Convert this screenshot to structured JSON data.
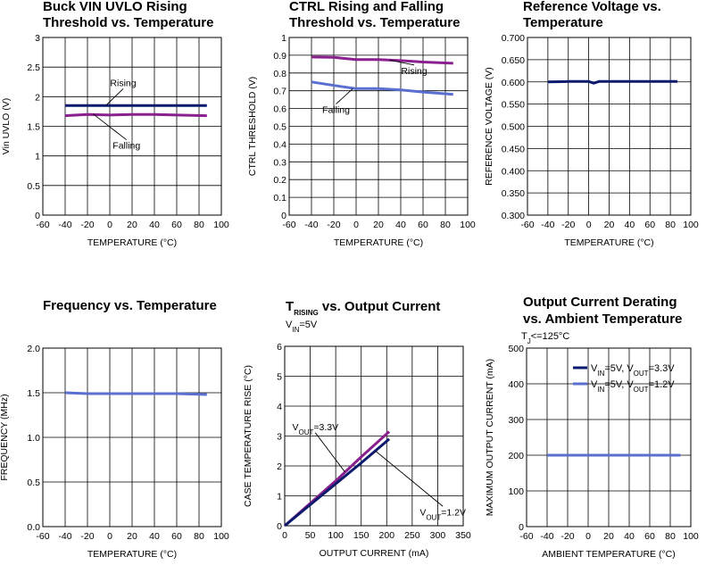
{
  "chart_data": [
    {
      "type": "line",
      "title": [
        "Buck VIN UVLO Rising",
        "Threshold vs. Temperature"
      ],
      "xlabel": "TEMPERATURE (°C)",
      "ylabel": "Vin UVLO (V)",
      "xlim": [
        -60,
        100
      ],
      "ylim": [
        0,
        3
      ],
      "xticks": [
        "-60",
        "-40",
        "-20",
        "0",
        "20",
        "40",
        "60",
        "80",
        "100"
      ],
      "yticks": [
        "0",
        "0.5",
        "1",
        "1.5",
        "2",
        "2.5",
        "3"
      ],
      "grid": true,
      "series": [
        {
          "name": "Rising",
          "color": "#0c1a6e",
          "x": [
            -40,
            0,
            40,
            87
          ],
          "y": [
            1.85,
            1.85,
            1.85,
            1.85
          ]
        },
        {
          "name": "Falling",
          "color": "#8a1f8f",
          "x": [
            -40,
            -20,
            0,
            20,
            40,
            60,
            87
          ],
          "y": [
            1.68,
            1.7,
            1.69,
            1.7,
            1.7,
            1.69,
            1.68
          ]
        }
      ],
      "annotations": [
        {
          "text": "Rising",
          "x": 12,
          "y": 2.18,
          "arrow_to": [
            -3,
            1.86
          ]
        },
        {
          "text": "Falling",
          "x": 15,
          "y": 1.12,
          "arrow_to": [
            -15,
            1.71
          ]
        }
      ]
    },
    {
      "type": "line",
      "title": [
        "CTRL Rising and Falling",
        "Threshold vs. Temperature"
      ],
      "xlabel": "TEMPERATURE (°C)",
      "ylabel": "CTRL THRESHOLD (V)",
      "xlim": [
        -60,
        100
      ],
      "ylim": [
        0,
        1
      ],
      "xticks": [
        "-60",
        "-40",
        "-20",
        "0",
        "20",
        "40",
        "60",
        "80",
        "100"
      ],
      "yticks": [
        "0",
        "0.1",
        "0.2",
        "0.3",
        "0.4",
        "0.5",
        "0.6",
        "0.7",
        "0.8",
        "0.9",
        "1"
      ],
      "grid": true,
      "series": [
        {
          "name": "Rising",
          "color": "#8a1f8f",
          "x": [
            -40,
            -20,
            0,
            20,
            40,
            60,
            87
          ],
          "y": [
            0.89,
            0.888,
            0.876,
            0.876,
            0.87,
            0.862,
            0.855
          ]
        },
        {
          "name": "Falling",
          "color": "#5a6fd0",
          "x": [
            -40,
            -20,
            0,
            20,
            40,
            60,
            87
          ],
          "y": [
            0.75,
            0.73,
            0.712,
            0.712,
            0.705,
            0.693,
            0.68
          ]
        }
      ],
      "annotations": [
        {
          "text": "Rising",
          "x": 52,
          "y": 0.795,
          "arrow_to": [
            30,
            0.873
          ]
        },
        {
          "text": "Falling",
          "x": -18,
          "y": 0.575,
          "arrow_to": [
            -3,
            0.712
          ]
        }
      ]
    },
    {
      "type": "line",
      "title": [
        "Reference Voltage vs.",
        "Temperature"
      ],
      "xlabel": "TEMPERATURE (°C)",
      "ylabel": "REFERENCE VOLTAGE (V)",
      "xlim": [
        -60,
        100
      ],
      "ylim": [
        0.3,
        0.7
      ],
      "xticks": [
        "-60",
        "-40",
        "-20",
        "0",
        "20",
        "40",
        "60",
        "80",
        "100"
      ],
      "yticks": [
        "0.300",
        "0.350",
        "0.400",
        "0.450",
        "0.500",
        "0.550",
        "0.600",
        "0.650",
        "0.700"
      ],
      "grid": true,
      "series": [
        {
          "name": "",
          "color": "#0c1a6e",
          "x": [
            -40,
            -20,
            0,
            5,
            10,
            40,
            87
          ],
          "y": [
            0.6,
            0.601,
            0.601,
            0.597,
            0.601,
            0.601,
            0.601
          ]
        }
      ]
    },
    {
      "type": "line",
      "title": [
        "Frequency vs. Temperature"
      ],
      "xlabel": "TEMPERATURE (°C)",
      "ylabel": "FREQUENCY (MHz)",
      "xlim": [
        -60,
        100
      ],
      "ylim": [
        0,
        2
      ],
      "xticks": [
        "-60",
        "-40",
        "-20",
        "0",
        "20",
        "40",
        "60",
        "80",
        "100"
      ],
      "yticks": [
        "0.0",
        "0.5",
        "1.0",
        "1.5",
        "2.0"
      ],
      "grid": true,
      "series": [
        {
          "name": "",
          "color": "#5a6fd0",
          "x": [
            -40,
            -20,
            0,
            20,
            40,
            60,
            87
          ],
          "y": [
            1.5,
            1.49,
            1.49,
            1.49,
            1.49,
            1.49,
            1.48
          ]
        }
      ]
    },
    {
      "type": "line",
      "title": [
        "T",
        "RISING",
        " vs. Output Current"
      ],
      "subtitle": [
        "V",
        "IN",
        "=5V"
      ],
      "xlabel": "OUTPUT CURRENT (mA)",
      "ylabel": "CASE TEMPERATURE RISE (°C)",
      "xlim": [
        0,
        350
      ],
      "ylim": [
        0,
        6
      ],
      "xticks": [
        "0",
        "50",
        "100",
        "150",
        "200",
        "250",
        "300",
        "350"
      ],
      "yticks": [
        "0",
        "1",
        "2",
        "3",
        "4",
        "5",
        "6"
      ],
      "grid": true,
      "series": [
        {
          "name": "VOUT=3.3V",
          "color": "#8a1f8f",
          "x": [
            0,
            50,
            100,
            150,
            205
          ],
          "y": [
            0,
            0.75,
            1.5,
            2.3,
            3.15
          ]
        },
        {
          "name": "VOUT=1.2V",
          "color": "#0c1a6e",
          "x": [
            0,
            50,
            100,
            150,
            205
          ],
          "y": [
            0,
            0.7,
            1.4,
            2.1,
            2.9
          ]
        }
      ],
      "annotations": [
        {
          "text": [
            "V",
            "OUT",
            "=3.3V"
          ],
          "x": 60,
          "y": 3.2,
          "arrow_to": [
            118,
            1.8
          ]
        },
        {
          "text": [
            "V",
            "OUT",
            "=1.2V"
          ],
          "x": 310,
          "y": 0.35,
          "arrow_to": [
            178,
            2.5
          ]
        }
      ]
    },
    {
      "type": "line",
      "title": [
        "Output Current Derating",
        "vs. Ambient Temperature"
      ],
      "subtitle": [
        "T",
        "J",
        "<=125°C"
      ],
      "xlabel": "AMBIENT TEMPERATURE (°C)",
      "ylabel": "MAXIMUM OUTPUT CURRENT (mA)",
      "xlim": [
        -60,
        100
      ],
      "ylim": [
        0,
        500
      ],
      "xticks": [
        "-60",
        "-40",
        "-20",
        "0",
        "20",
        "40",
        "60",
        "80",
        "100"
      ],
      "yticks": [
        "0",
        "100",
        "200",
        "300",
        "400",
        "500"
      ],
      "grid": true,
      "legend": "top-right",
      "series": [
        {
          "name": [
            "V",
            "IN",
            "=5V, V",
            "OUT",
            "=3.3V"
          ],
          "color": "#0c1a6e",
          "x": [
            -40,
            90
          ],
          "y": [
            200,
            200
          ]
        },
        {
          "name": [
            "V",
            "IN",
            "=5V, V",
            "OUT",
            "=1.2V"
          ],
          "color": "#5a6fd0",
          "x": [
            -40,
            90
          ],
          "y": [
            200,
            200
          ]
        }
      ]
    }
  ]
}
